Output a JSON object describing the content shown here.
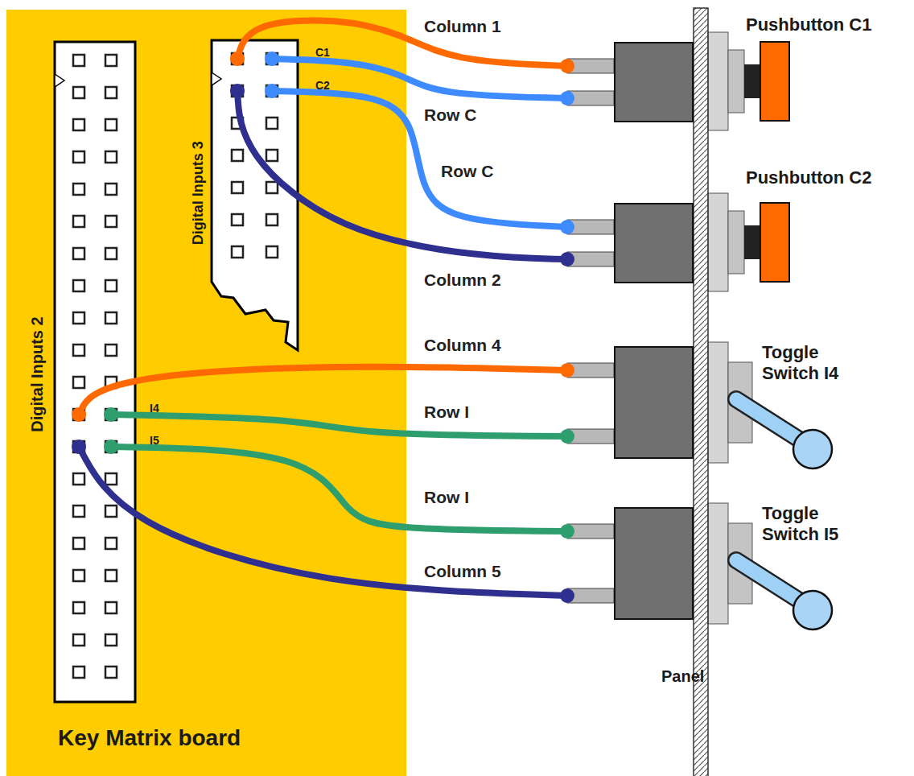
{
  "diagram": {
    "nodes": [
      {
        "text": [
          "Key Matrix board"
        ]
      },
      {
        "text": [
          "Digital Inputs 2"
        ],
        "in": 0
      },
      {
        "text": [
          "Digital Inputs 3"
        ],
        "in": 0
      },
      {
        "text": [
          "Pushbutton C1"
        ]
      },
      {
        "text": [
          "Pushbutton C2"
        ]
      },
      {
        "text": [
          "Toggle Switch I4"
        ]
      },
      {
        "text": [
          "Toggle Switch I5"
        ]
      }
    ],
    "edges": [
      {
        "from": 2,
        "to": 3,
        "arrow": "none",
        "label": "Column 1"
      },
      {
        "from": 2,
        "to": 3,
        "arrow": "none",
        "label": "Row C"
      },
      {
        "from": 2,
        "to": 4,
        "arrow": "none",
        "label": "Row C"
      },
      {
        "from": 2,
        "to": 4,
        "arrow": "none",
        "label": "Column 2"
      },
      {
        "from": 1,
        "to": 5,
        "arrow": "none",
        "label": "Column 4"
      },
      {
        "from": 1,
        "to": 5,
        "arrow": "none",
        "label": "Row I"
      },
      {
        "from": 1,
        "to": 6,
        "arrow": "none",
        "label": "Row I"
      },
      {
        "from": 1,
        "to": 6,
        "arrow": "none",
        "label": "Column 5"
      }
    ],
    "labels": [
      "C1",
      "C2",
      "I4",
      "I5",
      "Panel"
    ]
  }
}
